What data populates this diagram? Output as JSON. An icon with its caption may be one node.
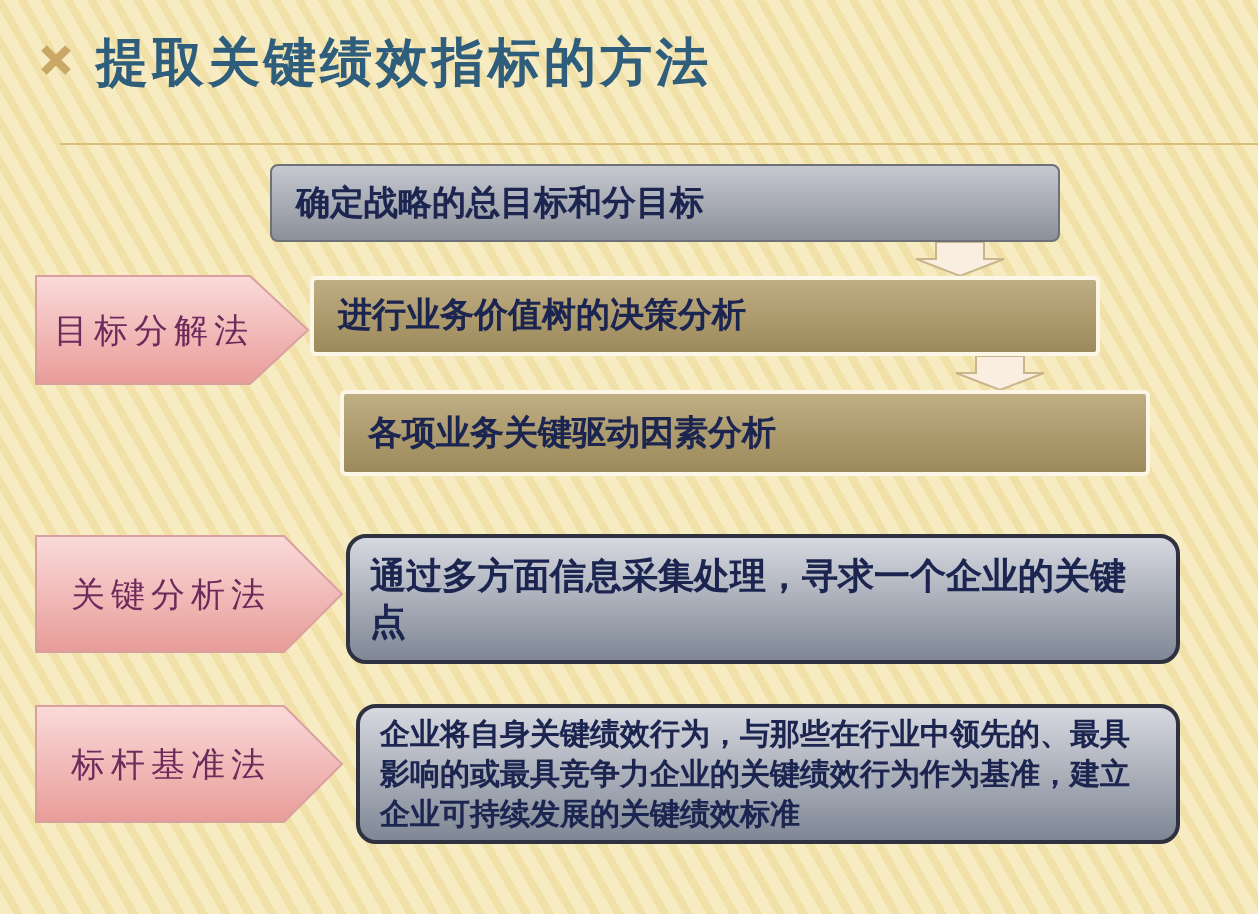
{
  "diagram": {
    "title": "提取关键绩效指标的方法",
    "nodes": [
      {
        "text": [
          "目标分解法"
        ]
      },
      {
        "text": [
          "确定战略的总目标和分目标"
        ]
      },
      {
        "text": [
          "进行业务价值树的决策分析"
        ]
      },
      {
        "text": [
          "各项业务关键驱动因素分析"
        ]
      },
      {
        "text": [
          "关键分析法"
        ]
      },
      {
        "text": [
          "通过多方面信息采集处理，寻求一个企业的关键点"
        ]
      },
      {
        "text": [
          "标杆基准法"
        ]
      },
      {
        "text": [
          "企业将自身关键绩效行为，与那些在行业中领先的、最具影响的或最具竞争力企业的关键绩效行为作为基准，建立企业可持续发展的关键绩效标准"
        ]
      }
    ],
    "edges": [
      {
        "from": 1,
        "to": 2,
        "arrow": "to"
      },
      {
        "from": 2,
        "to": 3,
        "arrow": "to"
      }
    ]
  }
}
